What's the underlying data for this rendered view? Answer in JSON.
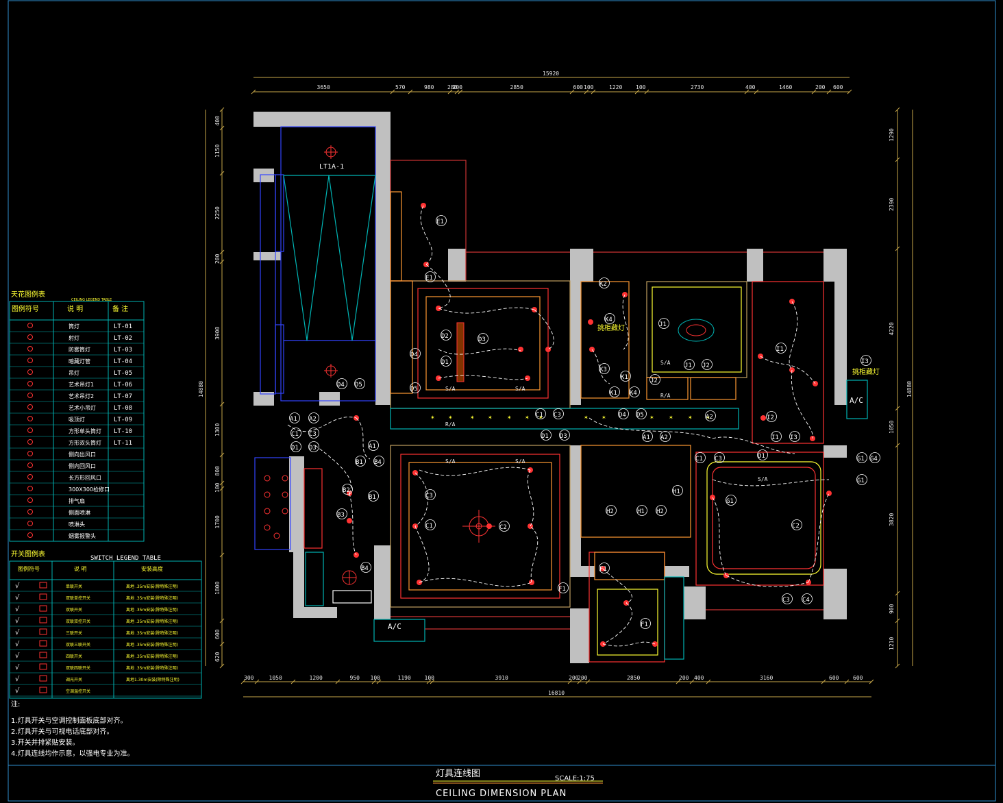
{
  "drawing": {
    "title_cn": "灯具连线图",
    "title_en": "CEILING DIMENSION PLAN",
    "scale": "SCALE:1:75"
  },
  "dimensions": {
    "top_total": "15920",
    "top_segments": [
      "3650",
      "570",
      "980",
      "280",
      "200",
      "2850",
      "600",
      "100",
      "1220",
      "100",
      "2730",
      "400",
      "1460",
      "200",
      "600"
    ],
    "bottom_total": "16810",
    "bottom_segments": [
      "300",
      "1050",
      "1200",
      "950",
      "100",
      "1190",
      "100",
      "3910",
      "200",
      "200",
      "2850",
      "200",
      "400",
      "3160",
      "600",
      "600"
    ],
    "left_total": "14880",
    "left_segments": [
      "400",
      "1150",
      "2250",
      "200",
      "3900",
      "1300",
      "800",
      "100",
      "1700",
      "1800",
      "600",
      "620"
    ],
    "right_total": "14880",
    "right_segments": [
      "1290",
      "2390",
      "4220",
      "1050",
      "3820",
      "900",
      "1210"
    ]
  },
  "room_labels": {
    "lt1a": "LT1A-1",
    "wardrobe_1": "挑柜藏灯",
    "wardrobe_2": "挑柜藏灯",
    "ac_1": "A/C",
    "ac_2": "A/C",
    "sa": "S/A",
    "ra": "R/A"
  },
  "circuit_labels": [
    "E1",
    "E1",
    "D2",
    "D3",
    "D1",
    "D4",
    "D5",
    "D4",
    "D5",
    "A1",
    "A2",
    "C1",
    "C3",
    "D1",
    "D3",
    "A1",
    "B1",
    "B4",
    "B2",
    "B1",
    "B3",
    "B4",
    "C3",
    "C1",
    "C2",
    "C1",
    "C3",
    "D4",
    "D5",
    "D1",
    "D3",
    "A2",
    "A1",
    "A2",
    "K2",
    "K4",
    "K3",
    "K1",
    "K1",
    "K4",
    "J1",
    "J1",
    "J2",
    "J2",
    "I1",
    "I2",
    "I1",
    "I3",
    "I3",
    "D1",
    "C1",
    "C3",
    "G1",
    "G4",
    "G1",
    "G1",
    "C2",
    "C3",
    "C4",
    "H1",
    "H2",
    "H1",
    "H2",
    "F1",
    "F1",
    "F1"
  ],
  "ceiling_legend": {
    "title": "天花图例表",
    "subtitle": "CEILING LEGEND TABLE",
    "headers": [
      "图例符号",
      "说 明",
      "备 注"
    ],
    "rows": [
      {
        "desc": "筒灯",
        "code": "LT-01"
      },
      {
        "desc": "射灯",
        "code": "LT-02"
      },
      {
        "desc": "防雾筒灯",
        "code": "LT-03"
      },
      {
        "desc": "暗藏灯管",
        "code": "LT-04"
      },
      {
        "desc": "吊灯",
        "code": "LT-05"
      },
      {
        "desc": "艺术吊灯1",
        "code": "LT-06"
      },
      {
        "desc": "艺术吊灯2",
        "code": "LT-07"
      },
      {
        "desc": "艺术小吊灯",
        "code": "LT-08"
      },
      {
        "desc": "吸顶灯",
        "code": "LT-09"
      },
      {
        "desc": "方形单头筒灯",
        "code": "LT-10"
      },
      {
        "desc": "方形双头筒灯",
        "code": "LT-11"
      },
      {
        "desc": "侧向出风口",
        "code": ""
      },
      {
        "desc": "侧向回风口",
        "code": ""
      },
      {
        "desc": "长方形回风口",
        "code": ""
      },
      {
        "desc": "300X300检修口",
        "code": ""
      },
      {
        "desc": "排气扇",
        "code": ""
      },
      {
        "desc": "侧面喷淋",
        "code": ""
      },
      {
        "desc": "喷淋头",
        "code": ""
      },
      {
        "desc": "烟雾报警头",
        "code": ""
      }
    ]
  },
  "switch_legend": {
    "title": "开关图例表",
    "subtitle": "SWITCH LEGEND TABLE",
    "headers": [
      "图例符号",
      "说 明",
      "安装高度"
    ],
    "rows": [
      {
        "desc": "单联开关",
        "height": "离地 .35m安装(除特殊注明)"
      },
      {
        "desc": "双联单控开关",
        "height": "离地 .35m安装(除特殊注明)"
      },
      {
        "desc": "双联开关",
        "height": "离地 .35m安装(除特殊注明)"
      },
      {
        "desc": "双联双控开关",
        "height": "离地 .35m安装(除特殊注明)"
      },
      {
        "desc": "三联开关",
        "height": "离地 .35m安装(除特殊注明)"
      },
      {
        "desc": "双联三联开关",
        "height": "离地 .35m安装(除特殊注明)"
      },
      {
        "desc": "四联开关",
        "height": "离地 .35m安装(除特殊注明)"
      },
      {
        "desc": "双联四联开关",
        "height": "离地 .35m安装(除特殊注明)"
      },
      {
        "desc": "调光开关",
        "height": "离地1.30m安装(除特殊注明)"
      },
      {
        "desc": "空调温控开关",
        "height": ""
      }
    ]
  },
  "notes": {
    "heading": "注:",
    "items": [
      "1.灯具开关与空调控制面板底部对齐。",
      "2.灯具开关与可视电话底部对齐。",
      "3.开关并排紧贴安装。",
      "4.灯具连线均作示意，以强电专业为准。"
    ]
  },
  "colors": {
    "wall": "#c0c0c0",
    "dimension": "#c8a84a",
    "ceiling_red": "#ff3333",
    "ceiling_yellow": "#ffff33",
    "window_blue": "#3344ff",
    "frame_cyan": "#00b5b5",
    "wire_white": "#ffffff",
    "cabinet_orange": "#ff9933"
  }
}
